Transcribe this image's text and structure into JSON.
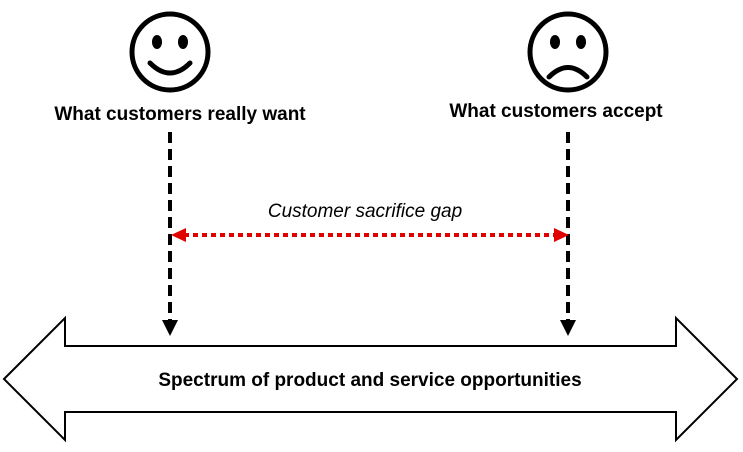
{
  "diagram": {
    "left_label": "What customers really want",
    "right_label": "What customers accept",
    "gap_label": "Customer sacrifice gap",
    "spectrum_label": "Spectrum of product and service opportunities",
    "left_icon": "happy-face-icon",
    "right_icon": "sad-face-icon"
  },
  "colors": {
    "ink": "#000000",
    "gap_arrow": "#e00000",
    "background": "#ffffff"
  }
}
